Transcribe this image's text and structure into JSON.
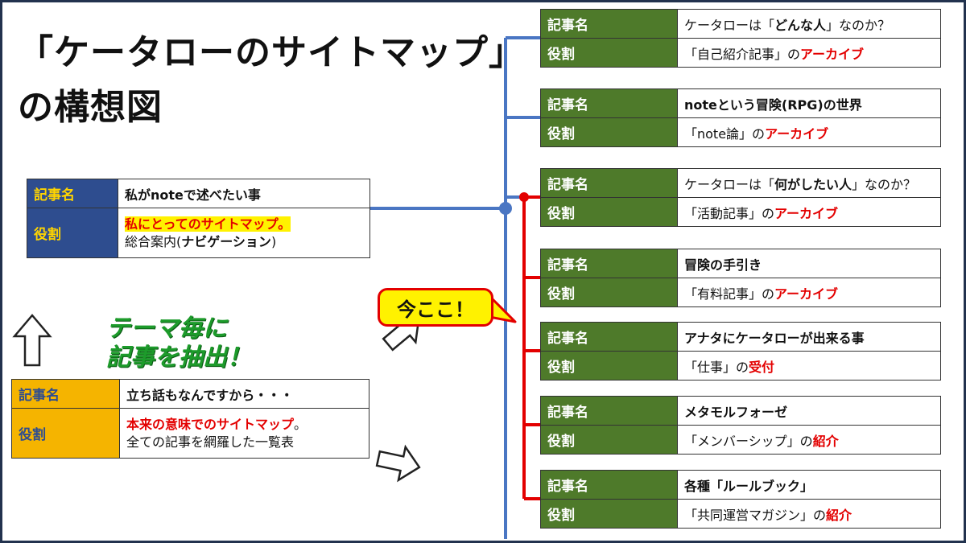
{
  "title": {
    "line1": "「ケータローのサイトマップ」",
    "line2": "の構想図"
  },
  "label_name": "記事名",
  "label_role": "役割",
  "left_top": {
    "name": "私がnoteで述べたい事",
    "role_highlight": "私にとってのサイトマップ。",
    "role_line2_prefix": "総合案内(",
    "role_line2_bold": "ナビゲーション",
    "role_line2_suffix": ")"
  },
  "left_bottom": {
    "name": "立ち話もなんですから・・・",
    "role_red": "本来の意味でのサイトマップ",
    "role_red_suffix": "。",
    "role_line2": "全ての記事を網羅した一覧表"
  },
  "theme_text": {
    "line1": "テーマ毎に",
    "line2": "記事を抽出！"
  },
  "callout": "今ここ！",
  "right_tables": [
    {
      "name_pre": "ケータローは「",
      "name_bold": "どんな人",
      "name_post": "」なのか？",
      "role_pre": "「自己紹介記事」の",
      "role_red": "アーカイブ"
    },
    {
      "name_pre": "",
      "name_bold": "noteという冒険(RPG)の世界",
      "name_post": "",
      "role_pre": "「note論」の",
      "role_red": "アーカイブ"
    },
    {
      "name_pre": "ケータローは「",
      "name_bold": "何がしたい人",
      "name_post": "」なのか？",
      "role_pre": "「活動記事」の",
      "role_red": "アーカイブ"
    },
    {
      "name_pre": "",
      "name_bold": "冒険の手引き",
      "name_post": "",
      "role_pre": "「有料記事」の",
      "role_red": "アーカイブ"
    },
    {
      "name_pre": "",
      "name_bold": "アナタにケータローが出来る事",
      "name_post": "",
      "role_pre": "「仕事」の",
      "role_red": "受付"
    },
    {
      "name_pre": "",
      "name_bold": "メタモルフォーゼ",
      "name_post": "",
      "role_pre": "「メンバーシップ」の",
      "role_red": "紹介"
    },
    {
      "name_pre": "",
      "name_bold": "各種「ルールブック」",
      "name_post": "",
      "role_pre": "「共同運営マガジン」の",
      "role_red": "紹介"
    }
  ],
  "colors": {
    "navy_label": "#2e4d8f",
    "navy_text": "#ffd400",
    "orange_label": "#f5b400",
    "green_label": "#4e7a2a",
    "green_text": "#ffffff",
    "blue_line": "#4a76c3",
    "red_line": "#e30000"
  }
}
